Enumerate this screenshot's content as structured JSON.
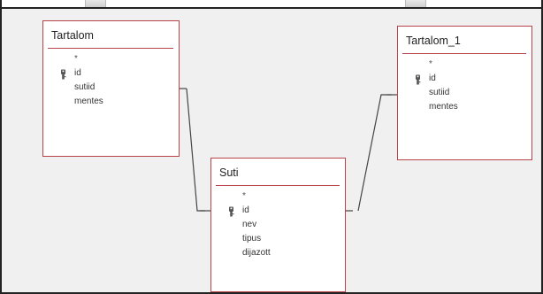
{
  "tables": {
    "tartalom": {
      "title": "Tartalom",
      "fields": [
        "*",
        "id",
        "sutiid",
        "mentes"
      ],
      "primary_key": "id"
    },
    "tartalom_1": {
      "title": "Tartalom_1",
      "fields": [
        "*",
        "id",
        "sutiid",
        "mentes"
      ],
      "primary_key": "id"
    },
    "suti": {
      "title": "Suti",
      "fields": [
        "*",
        "id",
        "nev",
        "tipus",
        "dijazott"
      ],
      "primary_key": "id"
    }
  },
  "colors": {
    "border": "#b8434b",
    "line": "#444444",
    "background": "#f0f0f0"
  },
  "icons": {
    "primary_key": "key-icon"
  }
}
